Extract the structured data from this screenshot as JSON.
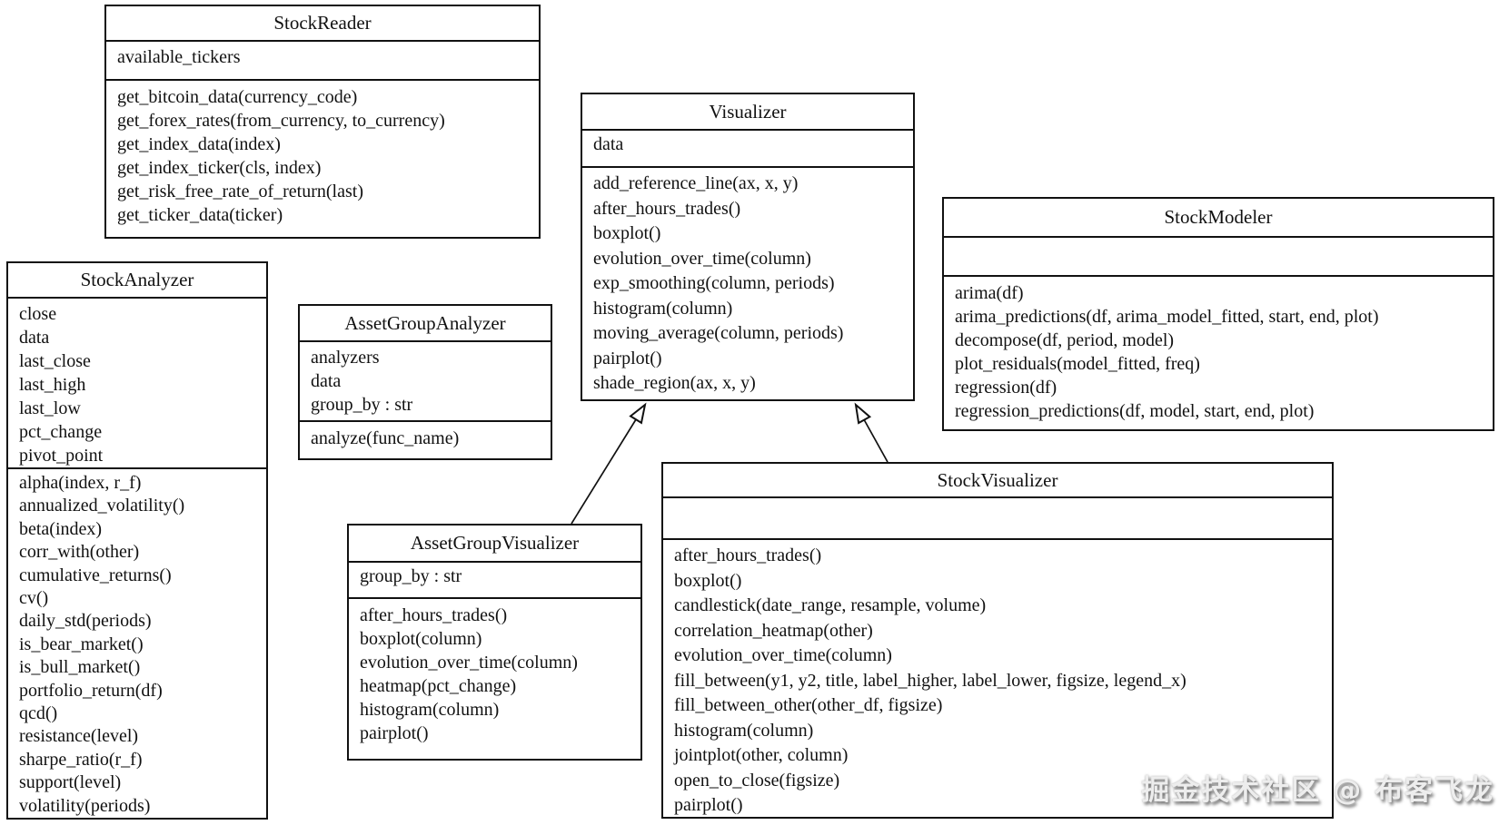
{
  "diagram": {
    "type": "uml-class-diagram",
    "watermark": "掘金技术社区 @ 布客飞龙",
    "colors": {
      "background": "#ffffff",
      "line": "#111111",
      "text": "#111111",
      "watermark": "#ededed"
    },
    "classes": [
      {
        "name": "StockReader",
        "attributes": [
          "available_tickers"
        ],
        "methods": [
          "get_bitcoin_data(currency_code)",
          "get_forex_rates(from_currency, to_currency)",
          "get_index_data(index)",
          "get_index_ticker(cls, index)",
          "get_risk_free_rate_of_return(last)",
          "get_ticker_data(ticker)"
        ]
      },
      {
        "name": "StockAnalyzer",
        "attributes": [
          "close",
          "data",
          "last_close",
          "last_high",
          "last_low",
          "pct_change",
          "pivot_point"
        ],
        "methods": [
          "alpha(index, r_f)",
          "annualized_volatility()",
          "beta(index)",
          "corr_with(other)",
          "cumulative_returns()",
          "cv()",
          "daily_std(periods)",
          "is_bear_market()",
          "is_bull_market()",
          "portfolio_return(df)",
          "qcd()",
          "resistance(level)",
          "sharpe_ratio(r_f)",
          "support(level)",
          "volatility(periods)"
        ]
      },
      {
        "name": "AssetGroupAnalyzer",
        "attributes": [
          "analyzers",
          "data",
          "group_by : str"
        ],
        "methods": [
          "analyze(func_name)"
        ]
      },
      {
        "name": "Visualizer",
        "attributes": [
          "data"
        ],
        "methods": [
          "add_reference_line(ax, x, y)",
          "after_hours_trades()",
          "boxplot()",
          "evolution_over_time(column)",
          "exp_smoothing(column, periods)",
          "histogram(column)",
          "moving_average(column, periods)",
          "pairplot()",
          "shade_region(ax, x, y)"
        ]
      },
      {
        "name": "StockModeler",
        "attributes": [],
        "methods": [
          "arima(df)",
          "arima_predictions(df, arima_model_fitted, start, end, plot)",
          "decompose(df, period, model)",
          "plot_residuals(model_fitted, freq)",
          "regression(df)",
          "regression_predictions(df, model, start, end, plot)"
        ]
      },
      {
        "name": "AssetGroupVisualizer",
        "attributes": [
          "group_by : str"
        ],
        "methods": [
          "after_hours_trades()",
          "boxplot(column)",
          "evolution_over_time(column)",
          "heatmap(pct_change)",
          "histogram(column)",
          "pairplot()"
        ]
      },
      {
        "name": "StockVisualizer",
        "attributes": [],
        "methods": [
          "after_hours_trades()",
          "boxplot()",
          "candlestick(date_range, resample, volume)",
          "correlation_heatmap(other)",
          "evolution_over_time(column)",
          "fill_between(y1, y2, title, label_higher, label_lower, figsize, legend_x)",
          "fill_between_other(other_df, figsize)",
          "histogram(column)",
          "jointplot(other, column)",
          "open_to_close(figsize)",
          "pairplot()"
        ]
      }
    ],
    "relationships": [
      {
        "from": "AssetGroupVisualizer",
        "to": "Visualizer",
        "type": "inheritance"
      },
      {
        "from": "StockVisualizer",
        "to": "Visualizer",
        "type": "inheritance"
      }
    ]
  }
}
